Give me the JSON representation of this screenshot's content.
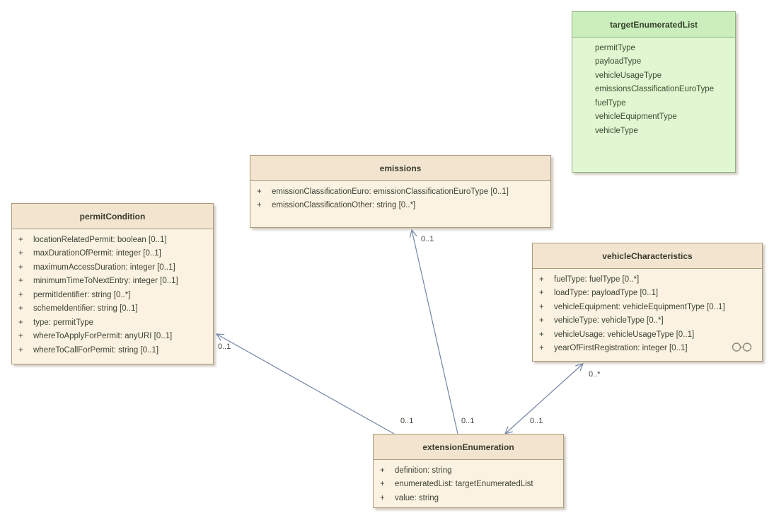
{
  "visibility": "+",
  "colors": {
    "class_fill": "#FBF2E1",
    "class_header_fill": "#F2E4CE",
    "class_border": "#AB9A7D",
    "enum_fill": "#E0F7D1",
    "enum_header_fill": "#CBEFBC",
    "enum_border": "#8FB182",
    "connector": "#7384A5"
  },
  "classes": {
    "targetEnumeratedList": {
      "title": "targetEnumeratedList",
      "items": [
        "permitType",
        "payloadType",
        "vehicleUsageType",
        "emissionsClassificationEuroType",
        "fuelType",
        "vehicleEquipmentType",
        "vehicleType"
      ]
    },
    "emissions": {
      "title": "emissions",
      "attrs": [
        "emissionClassificationEuro: emissionClassificationEuroType [0..1]",
        "emissionClassificationOther: string [0..*]"
      ]
    },
    "permitCondition": {
      "title": "permitCondition",
      "attrs": [
        "locationRelatedPermit: boolean [0..1]",
        "maxDurationOfPermit: integer [0..1]",
        "maximumAccessDuration: integer [0..1]",
        "minimumTimeToNextEntry: integer [0..1]",
        "permitIdentifier: string [0..*]",
        "schemeIdentifier: string [0..1]",
        "type: permitType",
        "whereToApplyForPermit: anyURI [0..1]",
        "whereToCallForPermit: string [0..1]"
      ]
    },
    "vehicleCharacteristics": {
      "title": "vehicleCharacteristics",
      "attrs": [
        "fuelType: fuelType [0..*]",
        "loadType: payloadType [0..1]",
        "vehicleEquipment: vehicleEquipmentType [0..1]",
        "vehicleType: vehicleType [0..*]",
        "vehicleUsage: vehicleUsageType [0..1]",
        "yearOfFirstRegistration: integer [0..1]"
      ]
    },
    "extensionEnumeration": {
      "title": "extensionEnumeration",
      "attrs": [
        "definition: string",
        "enumeratedList: targetEnumeratedList",
        "value: string"
      ]
    }
  },
  "connectors": {
    "extension_to_permitCondition": {
      "target_label": "0..1",
      "source_label": "0..1"
    },
    "extension_to_emissions": {
      "target_label": "0..1",
      "source_label": "0..1"
    },
    "extension_to_vehicleCharacteristics": {
      "target_label": "0..*",
      "source_label": "0..1"
    }
  }
}
